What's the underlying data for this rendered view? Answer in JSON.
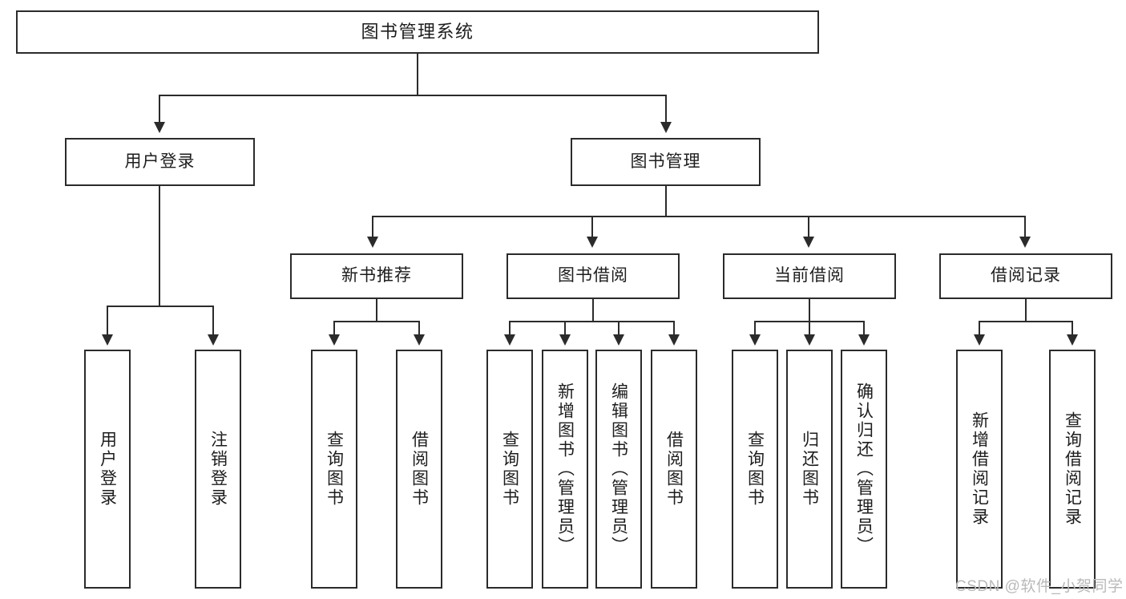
{
  "diagram": {
    "type": "tree-hierarchy",
    "title": "图书管理系统",
    "watermark": "CSDN @软件_小贺同学",
    "colors": {
      "stroke": "#2b2b2b",
      "fill": "#ffffff",
      "text": "#1d1d1d",
      "watermark": "#b9b9b9"
    },
    "levels": {
      "root": "图书管理系统",
      "level2": [
        "用户登录",
        "图书管理"
      ],
      "level3": [
        "新书推荐",
        "图书借阅",
        "当前借阅",
        "借阅记录"
      ]
    },
    "nodes": {
      "root": {
        "label": "图书管理系统"
      },
      "user_login": {
        "label": "用户登录"
      },
      "book_manage": {
        "label": "图书管理"
      },
      "new_book_rec": {
        "label": "新书推荐"
      },
      "book_borrow": {
        "label": "图书借阅"
      },
      "current_borrow": {
        "label": "当前借阅"
      },
      "borrow_record": {
        "label": "借阅记录"
      },
      "leaf_1": {
        "label": "用户登录"
      },
      "leaf_2": {
        "label": "注销登录"
      },
      "leaf_3": {
        "label": "查询图书"
      },
      "leaf_4": {
        "label": "借阅图书"
      },
      "leaf_5": {
        "label": "查询图书"
      },
      "leaf_6": {
        "label": "新增图书（管理员）"
      },
      "leaf_7": {
        "label": "编辑图书（管理员）"
      },
      "leaf_8": {
        "label": "借阅图书"
      },
      "leaf_9": {
        "label": "查询图书"
      },
      "leaf_10": {
        "label": "归还图书"
      },
      "leaf_11": {
        "label": "确认归还（管理员）"
      },
      "leaf_12": {
        "label": "新增借阅记录"
      },
      "leaf_13": {
        "label": "查询借阅记录"
      }
    },
    "edges": [
      {
        "from": "root",
        "to": "user_login"
      },
      {
        "from": "root",
        "to": "book_manage"
      },
      {
        "from": "user_login",
        "to": "leaf_1"
      },
      {
        "from": "user_login",
        "to": "leaf_2"
      },
      {
        "from": "book_manage",
        "to": "new_book_rec"
      },
      {
        "from": "book_manage",
        "to": "book_borrow"
      },
      {
        "from": "book_manage",
        "to": "current_borrow"
      },
      {
        "from": "book_manage",
        "to": "borrow_record"
      },
      {
        "from": "new_book_rec",
        "to": "leaf_3"
      },
      {
        "from": "new_book_rec",
        "to": "leaf_4"
      },
      {
        "from": "book_borrow",
        "to": "leaf_5"
      },
      {
        "from": "book_borrow",
        "to": "leaf_6"
      },
      {
        "from": "book_borrow",
        "to": "leaf_7"
      },
      {
        "from": "book_borrow",
        "to": "leaf_8"
      },
      {
        "from": "current_borrow",
        "to": "leaf_9"
      },
      {
        "from": "current_borrow",
        "to": "leaf_10"
      },
      {
        "from": "current_borrow",
        "to": "leaf_11"
      },
      {
        "from": "borrow_record",
        "to": "leaf_12"
      },
      {
        "from": "borrow_record",
        "to": "leaf_13"
      }
    ]
  }
}
